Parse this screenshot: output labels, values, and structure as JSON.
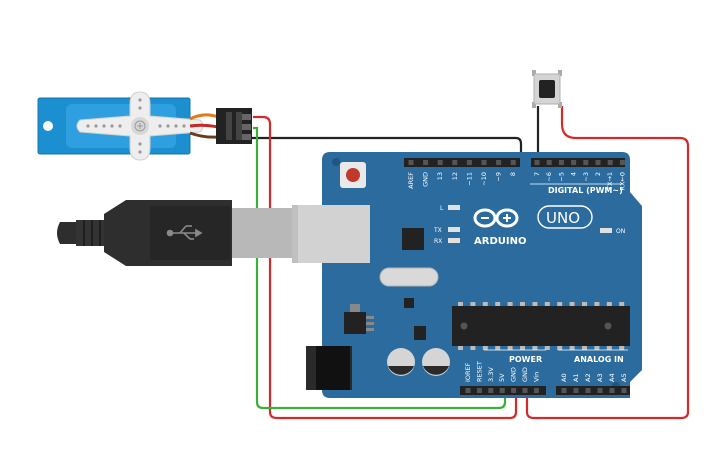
{
  "board": {
    "brand": "ARDUINO",
    "model": "UNO",
    "digital_header": "DIGITAL (PWM~)",
    "power_header": "POWER",
    "analog_header": "ANALOG IN",
    "led_l": "L",
    "led_tx": "TX",
    "led_rx": "RX",
    "led_on": "ON",
    "digital_pins": [
      "AREF",
      "GND",
      "13",
      "12",
      "~11",
      "~10",
      "~9",
      "8",
      "7",
      "~6",
      "~5",
      "4",
      "~3",
      "2",
      "TX→1",
      "RX←0"
    ],
    "power_pins": [
      "IOREF",
      "RESET",
      "3.3V",
      "5V",
      "GND",
      "GND",
      "Vin"
    ],
    "analog_pins": [
      "A0",
      "A1",
      "A2",
      "A3",
      "A4",
      "A5"
    ]
  },
  "colors": {
    "board": "#2b6b9e",
    "board_dark": "#1f5581",
    "header": "#222222",
    "wire_black": "#222222",
    "wire_red": "#d42a2a",
    "wire_green": "#3ab03a",
    "servo_body": "#1c8fd0",
    "usb_plug": "#2e2e2e"
  },
  "components": {
    "servo": "servo-icon",
    "button": "pushbutton-icon",
    "usb": "usb-cable-icon"
  }
}
